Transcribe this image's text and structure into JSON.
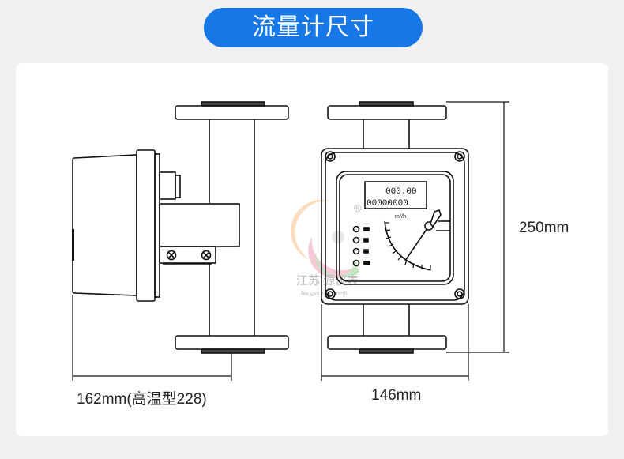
{
  "header": {
    "title": "流量计尺寸"
  },
  "dimensions": {
    "depth": "162mm(高温型228)",
    "width": "146mm",
    "height": "250mm"
  },
  "display": {
    "line1": "000.00",
    "line2": "00000000",
    "unit": "m³/h"
  },
  "watermark": {
    "brand": "江苏□源仪表",
    "subtitle": "Jiangsu Instrument",
    "mark": "®"
  },
  "colors": {
    "accent": "#1877e6"
  }
}
